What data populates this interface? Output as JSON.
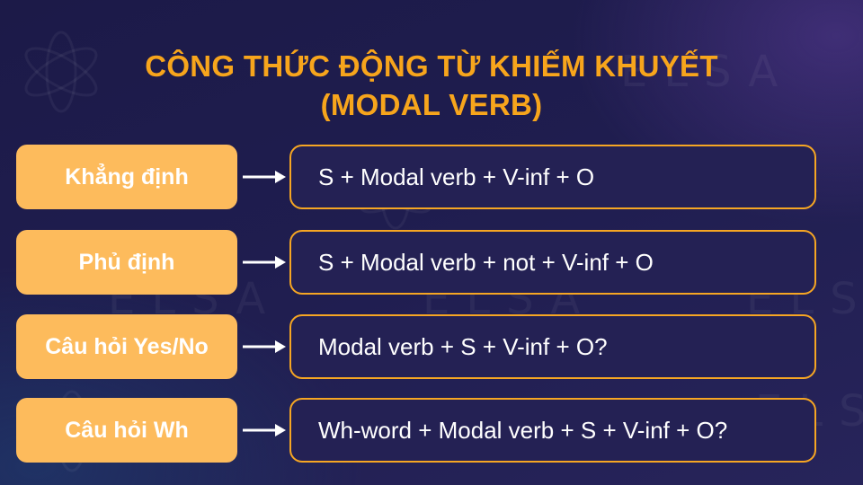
{
  "title": {
    "line1": "CÔNG THỨC ĐỘNG TỪ KHIẾM KHUYẾT",
    "line2": "(MODAL VERB)"
  },
  "rows": [
    {
      "label": "Khẳng định",
      "formula": "S + Modal verb + V-inf + O"
    },
    {
      "label": "Phủ định",
      "formula": "S + Modal verb + not + V-inf + O"
    },
    {
      "label": "Câu hỏi Yes/No",
      "formula": "Modal verb + S + V-inf + O?"
    },
    {
      "label": "Câu hỏi Wh",
      "formula": "Wh-word + Modal verb + S + V-inf + O?"
    }
  ],
  "watermark": "ELSA",
  "colors": {
    "title": "#f7a51c",
    "label_bg": "#fdbb5c",
    "formula_border": "#f6a623",
    "background": "#1f1d4f"
  }
}
